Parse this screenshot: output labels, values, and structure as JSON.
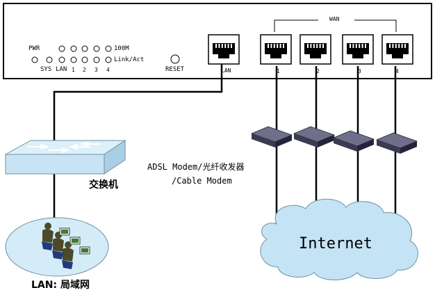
{
  "router": {
    "led_labels": {
      "pwr": "PWR",
      "sys": "SYS",
      "lan": "LAN",
      "ports": [
        "1",
        "2",
        "3",
        "4"
      ],
      "speed": "100M",
      "link": "Link/Act"
    },
    "reset_label": "RESET",
    "lan_port_label": "LAN",
    "wan_label": "WAN",
    "wan_port_labels": [
      "1",
      "2",
      "3",
      "4"
    ]
  },
  "switch_label": "交换机",
  "lan_label": "LAN: 局域网",
  "modem_caption_line1": "ADSL Modem/光纤收发器",
  "modem_caption_line2": "/Cable Modem",
  "internet_label": "Internet",
  "colors": {
    "switch_face": "#c8e4f4",
    "switch_top": "#dcf0fa",
    "cloud": "#c4e4f6",
    "lan_ellipse": "#d4ecf8",
    "modem": "#4a4a62"
  }
}
